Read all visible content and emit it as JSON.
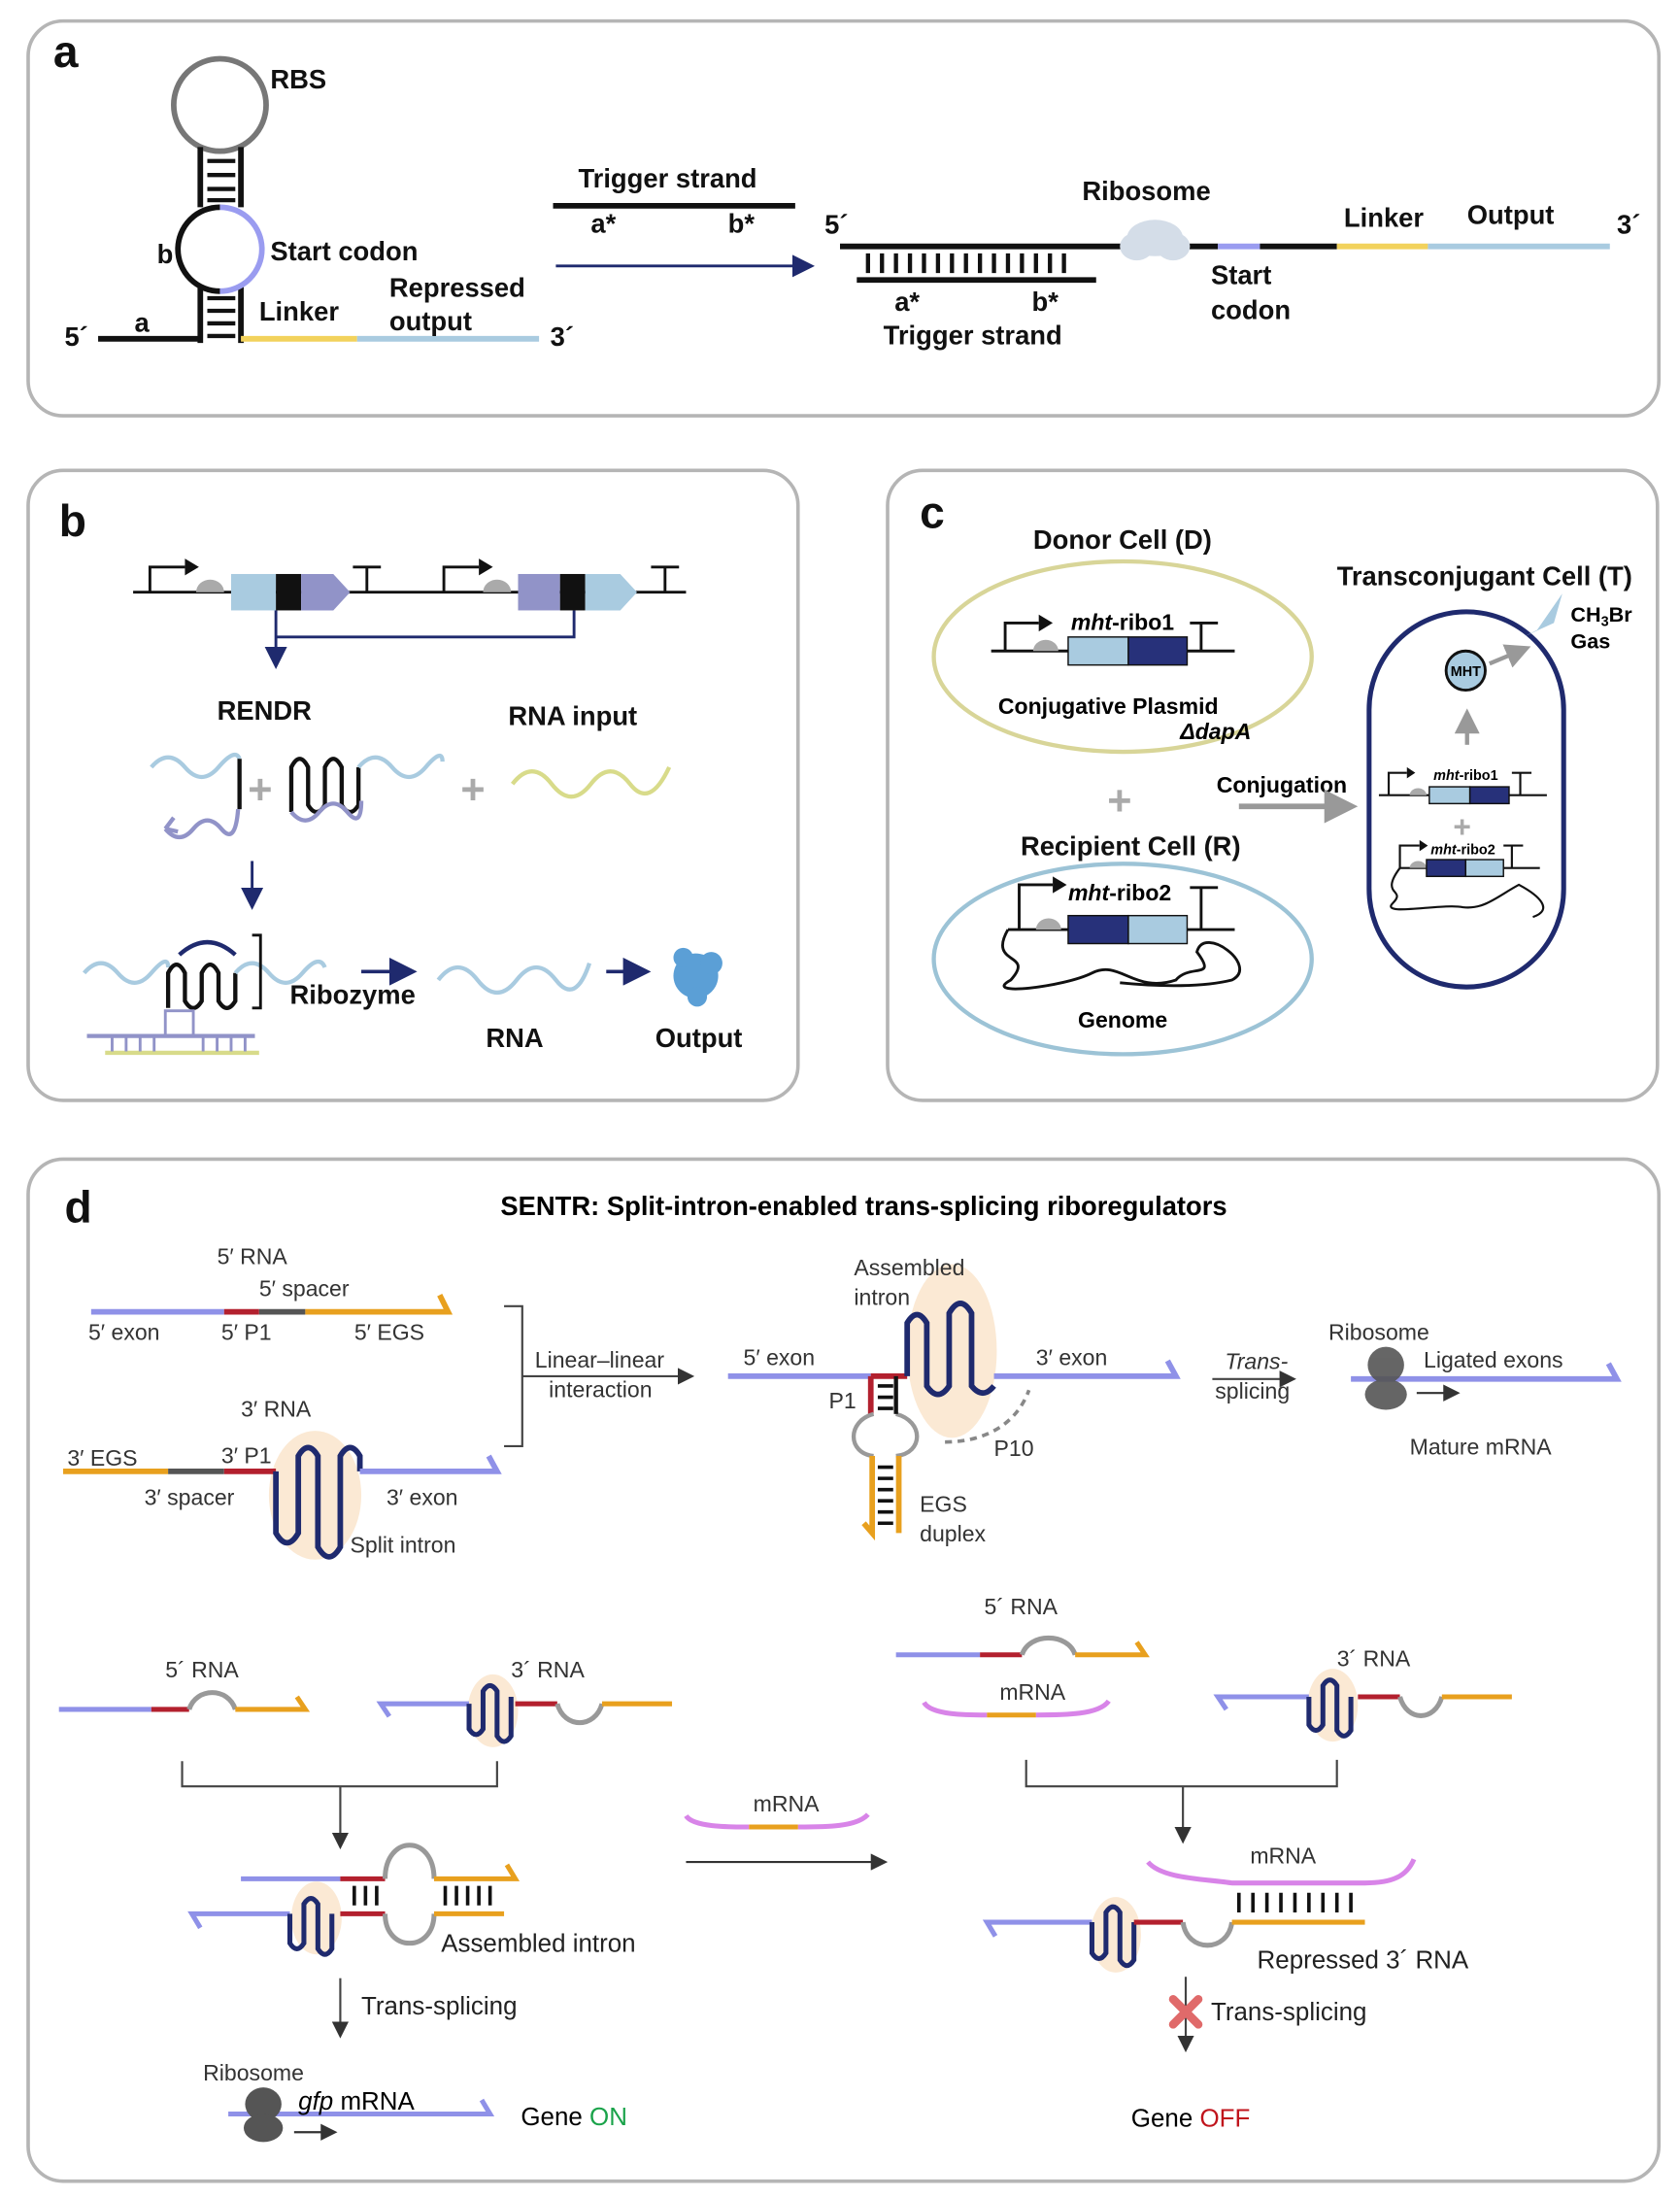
{
  "colors": {
    "purple": "#8f91e8",
    "red": "#b3202e",
    "orange": "#e8a01e",
    "gray": "#777777",
    "navy": "#1f2a6e",
    "light_blue": "#a9cbe0",
    "yellow": "#f2d25c",
    "pink": "#d884e8",
    "beige": "#fbe9d4",
    "on_green": "#1aa34a",
    "off_red": "#c0141c"
  },
  "panel_a": {
    "label": "a",
    "rbs": "RBS",
    "b": "b",
    "a": "a",
    "start_codon": "Start codon",
    "linker": "Linker",
    "repressed": "Repressed",
    "output_word": "output",
    "five": "5´",
    "three": "3´",
    "trigger_top": "Trigger strand",
    "a_star": "a*",
    "b_star": "b*",
    "ribosome": "Ribosome",
    "linker2": "Linker",
    "output": "Output",
    "five2": "5´",
    "three2": "3´",
    "trigger_bottom": "Trigger strand",
    "start": "Start",
    "codon": "codon"
  },
  "panel_b": {
    "label": "b",
    "rendr": "RENDR",
    "rna_input": "RNA input",
    "ribozyme": "Ribozyme",
    "rna": "RNA",
    "output": "Output"
  },
  "panel_c": {
    "label": "c",
    "donor": "Donor Cell (D)",
    "ribo1_italic": "mht",
    "ribo1_suffix": "-ribo1",
    "plasmid": "Conjugative Plasmid",
    "dapa": "ΔdapA",
    "recipient": "Recipient Cell (R)",
    "ribo2_italic": "mht",
    "ribo2_suffix": "-ribo2",
    "genome": "Genome",
    "conjugation": "Conjugation",
    "transconjugant": "Transconjugant Cell (T)",
    "ch3br": "CH",
    "ch3br_sub": "3",
    "ch3br_end": "Br",
    "gas": "Gas",
    "mht": "MHT"
  },
  "panel_d": {
    "label": "d",
    "title": "SENTR: Split-intron-enabled trans-splicing riboregulators",
    "five_rna": "5′ RNA",
    "five_spacer": "5′ spacer",
    "five_exon": "5′ exon",
    "five_p1": "5′ P1",
    "five_egs": "5′ EGS",
    "three_rna": "3′ RNA",
    "three_egs": "3′ EGS",
    "three_p1": "3′ P1",
    "three_spacer": "3′ spacer",
    "three_exon": "3′ exon",
    "split_intron": "Split intron",
    "linear1": "Linear–linear",
    "linear2": "interaction",
    "assembled1": "Assembled",
    "assembled2": "intron",
    "c_five_exon": "5′ exon",
    "c_three_exon": "3′ exon",
    "p1": "P1",
    "p10": "P10",
    "egs": "EGS",
    "duplex": "duplex",
    "trans1": "Trans-",
    "trans2": "splicing",
    "ribosome": "Ribosome",
    "ligated": "Ligated exons",
    "mature": "Mature mRNA",
    "l_five_rna": "5´ RNA",
    "l_three_rna": "3´ RNA",
    "assembled_intron": "Assembled intron",
    "trans_splicing": "Trans-splicing",
    "l_ribosome": "Ribosome",
    "gfp": "gfp",
    "mrna_suffix": " mRNA",
    "gene": "Gene ",
    "on": "ON",
    "mid_mrna": "mRNA",
    "r_five_rna": "5´ RNA",
    "r_mrna": "mRNA",
    "r_three_rna": "3´ RNA",
    "r_mrna2": "mRNA",
    "repressed": "Repressed 3´ RNA",
    "r_trans_splicing": "Trans-splicing",
    "gene2": "Gene ",
    "off": "OFF"
  }
}
